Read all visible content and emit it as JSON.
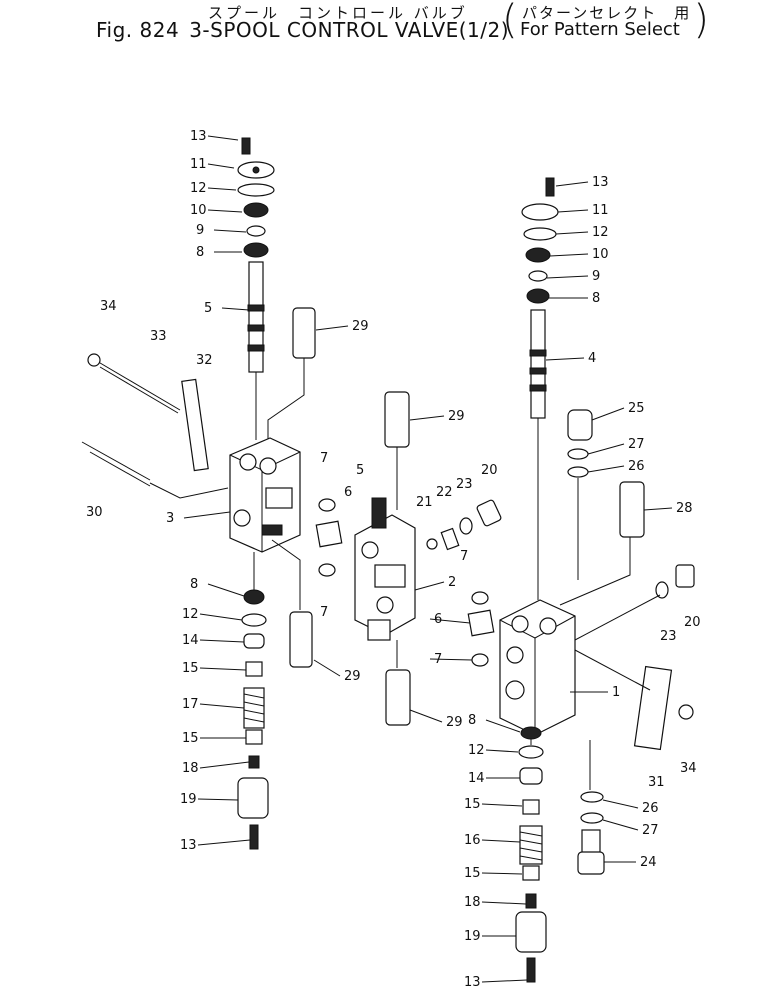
{
  "title": {
    "jp": "スプール　コントロール バルブ",
    "fig": "Fig. 824",
    "en": "3-SPOOL CONTROL VALVE(1/2)",
    "note_jp": "パターンセレクト　用",
    "note_en": "For Pattern Select"
  },
  "callouts": {
    "left": [
      "13",
      "11",
      "12",
      "10",
      "9",
      "8",
      "5",
      "29",
      "34",
      "33",
      "32",
      "30",
      "3",
      "8",
      "12",
      "14",
      "15",
      "17",
      "15",
      "18",
      "19",
      "13",
      "29"
    ],
    "center": [
      "29",
      "7",
      "6",
      "7",
      "5",
      "21",
      "22",
      "23",
      "20",
      "2",
      "7",
      "6",
      "7",
      "29"
    ],
    "right": [
      "13",
      "11",
      "12",
      "10",
      "9",
      "8",
      "4",
      "25",
      "27",
      "26",
      "28",
      "20",
      "23",
      "1",
      "31",
      "34",
      "8",
      "12",
      "14",
      "15",
      "16",
      "15",
      "18",
      "19",
      "13",
      "26",
      "27",
      "24"
    ]
  }
}
